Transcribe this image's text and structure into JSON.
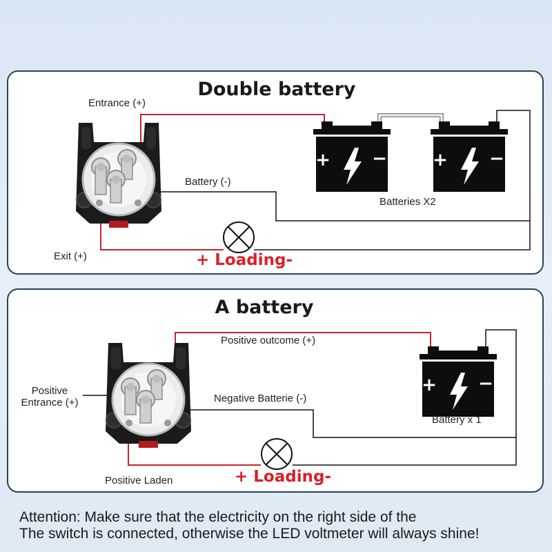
{
  "top_section": {
    "title": "Double battery",
    "entrance_label": "Entrance (+)",
    "battery_neg_label": "Battery (-)",
    "batteries_label": "Batteries X2",
    "exit_label": "Exit (+)",
    "loading_label": "+ Loading-"
  },
  "bottom_section": {
    "title": "A battery",
    "positive_outcome_label": "Positive outcome (+)",
    "positive_entrance_line1": "Positive",
    "positive_entrance_line2": "Entrance (+)",
    "negative_batterie_label": "Negative Batterie (-)",
    "battery_count_label": "Battery x 1",
    "positive_laden_label": "Positive Laden",
    "loading_label": "+ Loading-"
  },
  "attention": {
    "line1": "Attention: Make sure that the electricity on the right side of the",
    "line2": "The switch is connected, otherwise the LED voltmeter will always shine!"
  },
  "battery_symbol": {
    "plus": "+",
    "minus": "−"
  },
  "colors": {
    "panel_border": "#2a4256",
    "positive_wire": "#c8232b",
    "negative_wire": "#111111",
    "loading_text": "#d9202a",
    "battery_fill": "#0d0d0d"
  }
}
